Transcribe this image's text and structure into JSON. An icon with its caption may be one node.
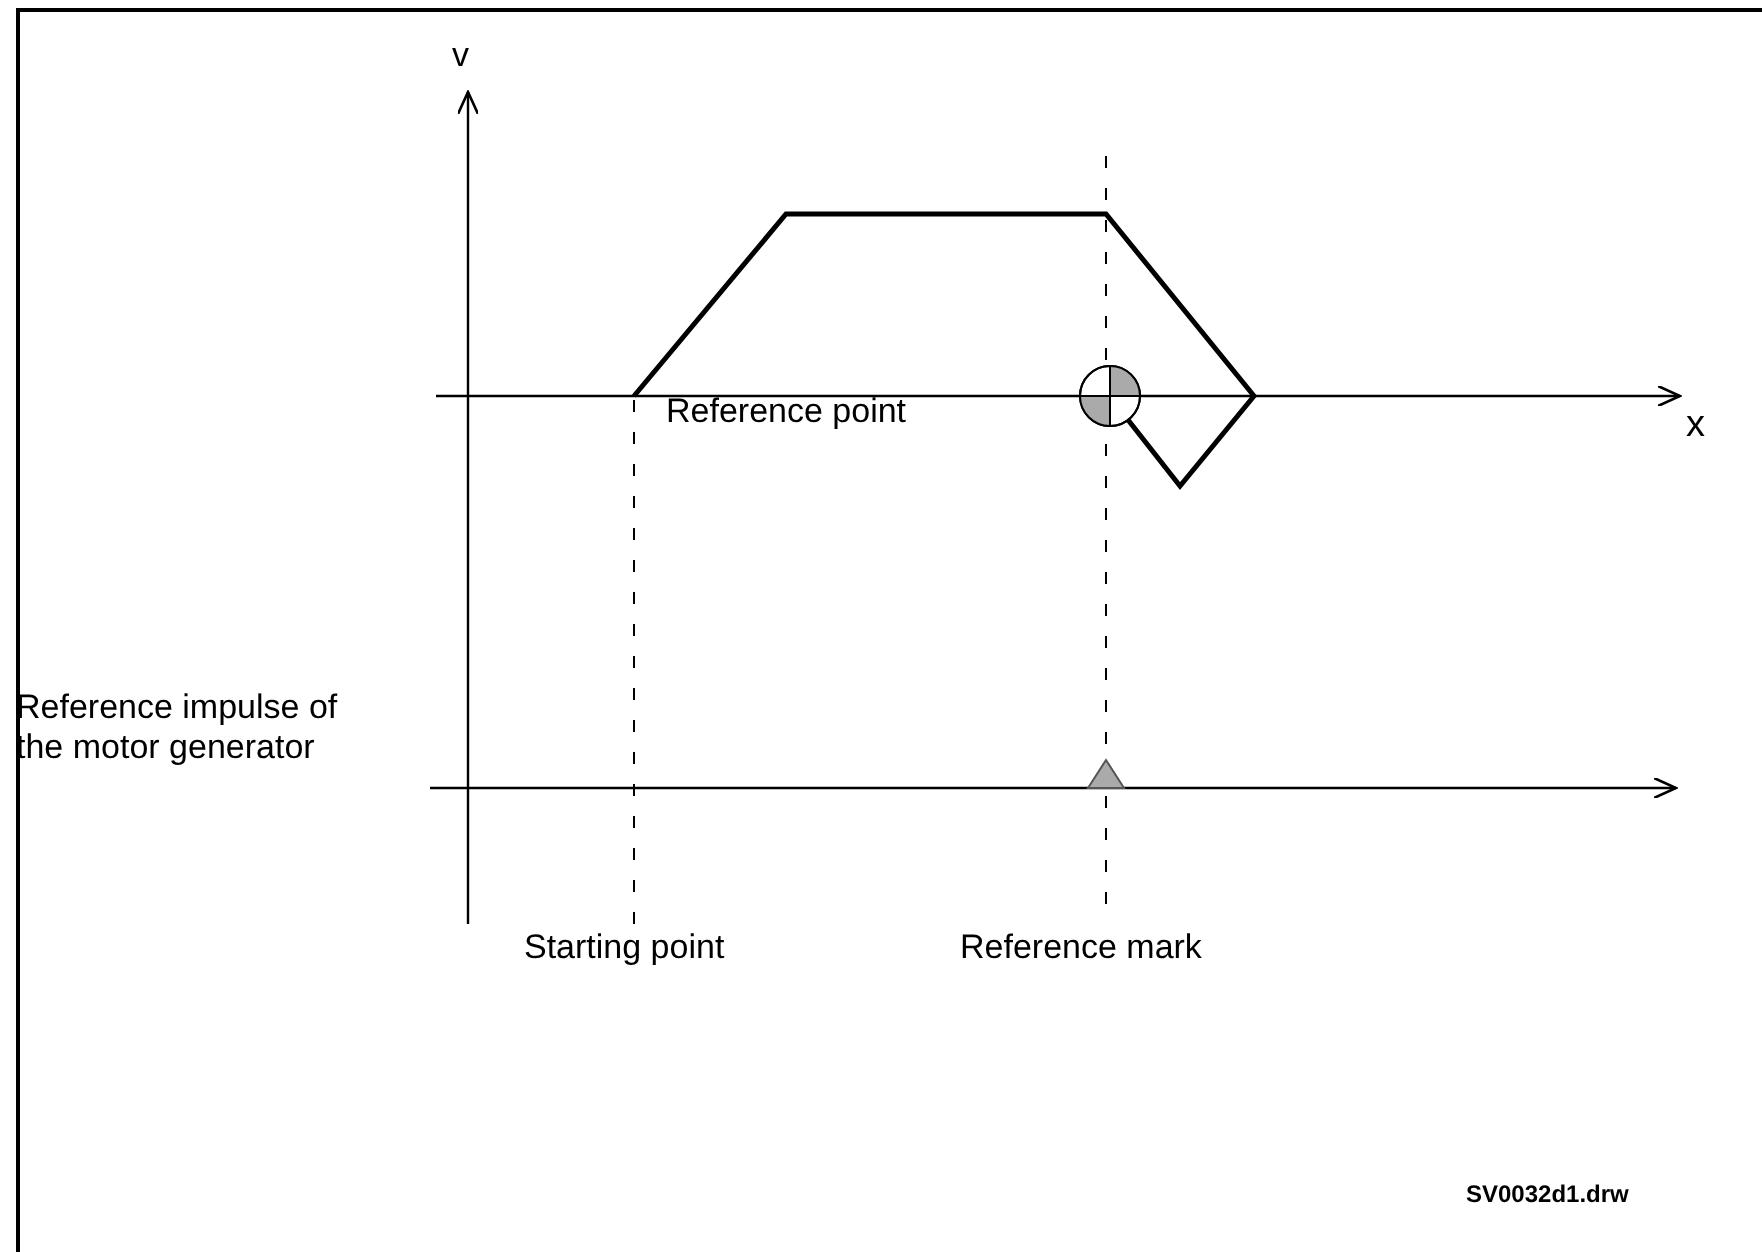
{
  "diagram": {
    "labels": [
      "v",
      "x",
      "Reference point",
      "Reference impulse of the motor generator",
      "Starting point",
      "Reference mark",
      "SV0032d1.drw"
    ]
  }
}
